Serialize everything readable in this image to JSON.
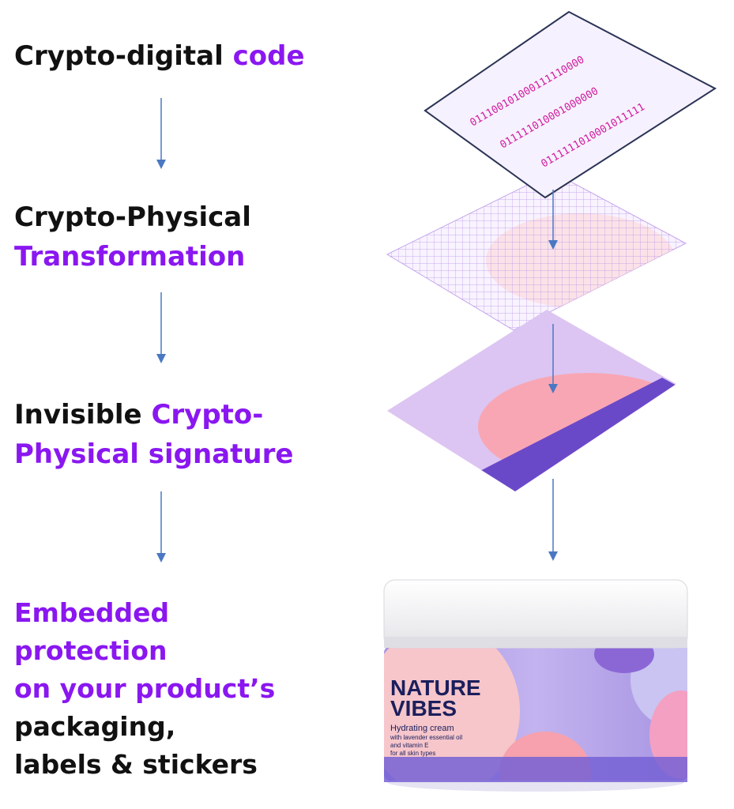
{
  "steps": [
    {
      "lines": [
        {
          "parts": [
            {
              "text": "Crypto-digital ",
              "accent": false
            },
            {
              "text": "code",
              "accent": true
            }
          ]
        }
      ]
    },
    {
      "lines": [
        {
          "parts": [
            {
              "text": "Crypto-Physical",
              "accent": false
            }
          ]
        },
        {
          "parts": [
            {
              "text": "Transformation",
              "accent": true
            }
          ]
        }
      ]
    },
    {
      "lines": [
        {
          "parts": [
            {
              "text": "Invisible ",
              "accent": false
            },
            {
              "text": "Crypto-",
              "accent": true
            }
          ]
        },
        {
          "parts": [
            {
              "text": "Physical signature",
              "accent": true
            }
          ]
        }
      ]
    },
    {
      "lines": [
        {
          "parts": [
            {
              "text": "Embedded",
              "accent": true
            }
          ]
        },
        {
          "parts": [
            {
              "text": "protection",
              "accent": true
            }
          ]
        },
        {
          "parts": [
            {
              "text": "on your product’s",
              "accent": true
            }
          ]
        },
        {
          "parts": [
            {
              "text": "packaging,",
              "accent": false
            }
          ]
        },
        {
          "parts": [
            {
              "text": "labels & stickers",
              "accent": false
            }
          ]
        }
      ]
    }
  ],
  "binary_card": {
    "lines": [
      "011100101000111110000",
      "011111010001000000",
      "0111111010001011111"
    ]
  },
  "jar": {
    "brand_line1": "NATURE",
    "brand_line2": "VIBES",
    "product": "Hydrating cream",
    "desc1": "with lavender essential oil",
    "desc2": "and vitamin E",
    "desc3": "for all skin types"
  },
  "colors": {
    "text": "#111111",
    "accent": "#8a17f0",
    "arrow": "#4a78c2",
    "binary": "#d11a9c",
    "card_bg": "#f6f1ff",
    "card_border": "#2a3354",
    "layer_lavender": "#dcc5f2",
    "layer_pink": "#f9a6b4",
    "layer_stripe": "#6a49c9",
    "lid": "#f5f5f5",
    "jar_body": "#b9a6ea",
    "jar_bottom": "#7661d5",
    "label_pink": "#f6c6cb",
    "brand": "#1b1f5c"
  }
}
